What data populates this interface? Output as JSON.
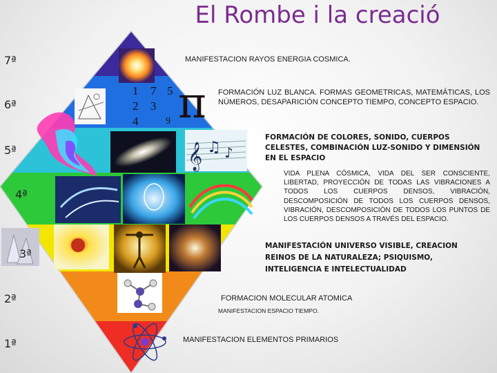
{
  "title": "El Rombe i la creació",
  "levels": [
    "7ª",
    "6ª",
    "5ª",
    "4ª",
    "3ª",
    "2ª",
    "1ª"
  ],
  "texts": {
    "t7": "MANIFESTACION RAYOS ENERGIA COSMICA.",
    "t6": "FORMACIÓN LUZ BLANCA. FORMAS GEOMETRICAS, MATEMÁTICAS, LOS NÚMEROS, DESAPARICIÓN CONCEPTO TIEMPO, CONCEPTO ESPACIO.",
    "t5": "FORMACIÓN DE COLORES, SONIDO, CUERPOS CELESTES, COMBINACIÓN LUZ-SONIDO Y DIMENSIÓN EN EL ESPACIO",
    "t4": "VIDA PLENA CÓSMICA, VIDA DEL SER CONSCIENTE, LIBERTAD, PROYECCIÓN DE TODAS LAS VIBRACIONES A TODOS LOS CUERPOS DENSOS, VIBRACIÓN, DESCOMPOSICIÓN DE TODOS LOS CUERPOS DENSOS, VIBRACIÓN, DESCOMPOSICIÓN DE TODOS LOS PUNTOS DE LOS CUERPOS DENSOS A TRAVÉS DEL ESPACIO.",
    "t3": "MANIFESTACIÓN UNIVERSO VISIBLE, CREACION REINOS DE LA NATURALEZA; PSIQUISMO, INTELIGENCIA E INTELECTUALIDAD",
    "t2a": "FORMACION MOLECULAR ATOMICA",
    "t2b": "MANIFESTACION ESPACIO TIEMPO.",
    "t1": "MANIFESTACION ELEMENTOS PRIMARIOS"
  },
  "numbers": [
    "1",
    "7",
    "5",
    "2",
    "3",
    "4",
    "9"
  ],
  "pi_symbol": "π",
  "band_colors": [
    "#3a2a9c",
    "#1f6fe0",
    "#2cc3d8",
    "#2dc93a",
    "#f2e600",
    "#f28a1a",
    "#ee2d24"
  ]
}
